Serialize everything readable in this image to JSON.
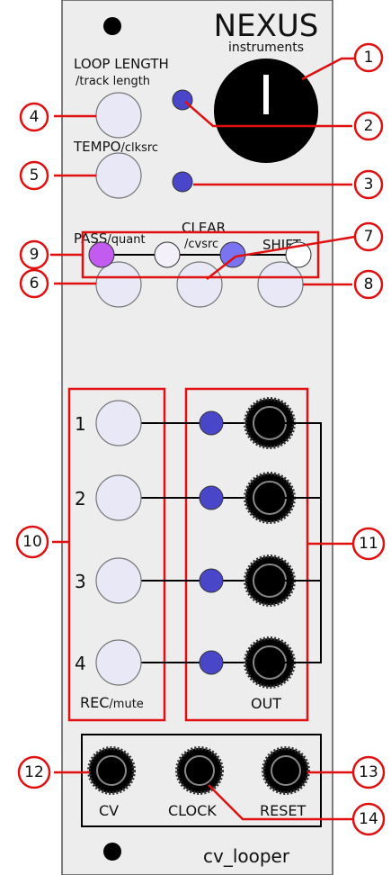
{
  "brand": {
    "name": "NEXUS",
    "sub": "instruments"
  },
  "module_name": "cv_looper",
  "labels": {
    "loop_length": "LOOP LENGTH",
    "loop_length_alt": "/track length",
    "tempo": "TEMPO",
    "tempo_alt": "/clksrc",
    "pass": "PASS",
    "pass_alt": "/quant",
    "clear": "CLEAR",
    "clear_alt": "/cvsrc",
    "shift": "SHIFT",
    "rec": "REC",
    "rec_alt": "/mute",
    "out": "OUT",
    "cv": "CV",
    "clock": "CLOCK",
    "reset": "RESET"
  },
  "tracks": [
    "1",
    "2",
    "3",
    "4"
  ],
  "callouts": [
    "1",
    "2",
    "3",
    "4",
    "5",
    "6",
    "7",
    "8",
    "9",
    "10",
    "11",
    "12",
    "13",
    "14"
  ],
  "colors": {
    "panel": "#ededed",
    "button": "#e8e8f6",
    "led": "#4a46c9",
    "callout": "#e01010",
    "knob": "#000000",
    "step_led_1": "#c25cf0",
    "step_led_2": "#f4f0fa",
    "step_led_3": "#7b74f0",
    "step_led_4": "#ffffff"
  }
}
